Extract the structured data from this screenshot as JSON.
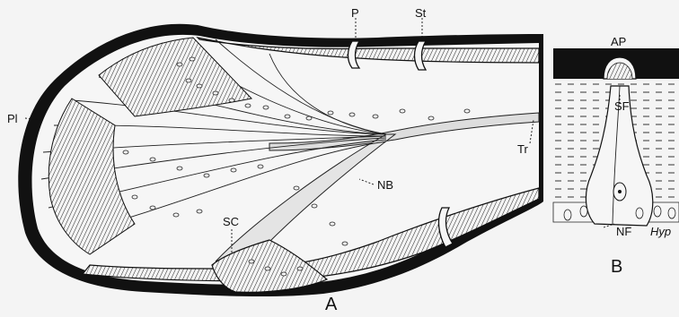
{
  "figure": {
    "panel_a": {
      "panel_label": "A",
      "labels": {
        "p": "P",
        "st": "St",
        "pl": "Pl",
        "tr": "Tr",
        "nb": "NB",
        "sc": "SC"
      }
    },
    "panel_b": {
      "panel_label": "B",
      "labels": {
        "ap": "AP",
        "sf": "SF",
        "nf": "NF",
        "hyp": "Hyp"
      }
    }
  }
}
